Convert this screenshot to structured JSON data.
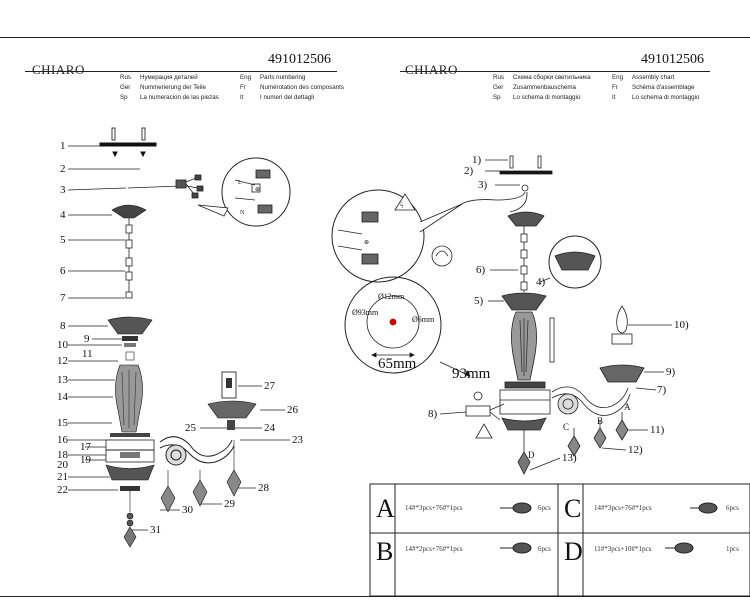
{
  "left": {
    "logo": "CHIARO",
    "code": "491012506",
    "header": [
      {
        "lang": "Rus",
        "text": "Нумерация деталей"
      },
      {
        "lang": "Ger",
        "text": "Nummerierung der Teile"
      },
      {
        "lang": "Sp",
        "text": "La numeracion de las piezas"
      },
      {
        "lang": "Eng",
        "text": "Parts numbering"
      },
      {
        "lang": "Fr",
        "text": "Numérotation des composants"
      },
      {
        "lang": "It",
        "text": "I numeri del dettagli"
      }
    ],
    "parts_left": [
      "1",
      "2",
      "3",
      "4",
      "5",
      "6",
      "7",
      "8",
      "9",
      "10",
      "11",
      "12",
      "13",
      "14",
      "15",
      "16",
      "17",
      "18",
      "19",
      "20",
      "21",
      "22"
    ],
    "parts_right": [
      "27",
      "26",
      "25",
      "24",
      "23",
      "28",
      "29",
      "30",
      "31"
    ]
  },
  "right": {
    "logo": "CHIARO",
    "code": "491012506",
    "header": [
      {
        "lang": "Rus",
        "text": "Схема сборки светильника"
      },
      {
        "lang": "Ger",
        "text": "Zusammenbauschema"
      },
      {
        "lang": "Sp",
        "text": "Lo schema di montaggio"
      },
      {
        "lang": "Eng",
        "text": "Assembly chart"
      },
      {
        "lang": "Fr",
        "text": "Schéma d'assemblage"
      },
      {
        "lang": "It",
        "text": "Lo schema di montaggio"
      }
    ],
    "steps": [
      "1)",
      "2)",
      "3)",
      "4)",
      "5)",
      "6)",
      "7)",
      "8)",
      "9)",
      "10)",
      "11)",
      "12)",
      "13)"
    ],
    "dims": {
      "d12": "Ø12mm",
      "d93": "Ø93mm",
      "d6": "Ø6mm",
      "w65": "65mm",
      "w93": "93mm"
    },
    "sub_labels": [
      "A",
      "B",
      "C",
      "D"
    ],
    "table": [
      {
        "letter": "A",
        "spec": "14#*3pcs+76#*1pcs",
        "qty": "6pcs"
      },
      {
        "letter": "C",
        "spec": "14#*3pcs+76#*1pcs",
        "qty": "6pcs"
      },
      {
        "letter": "B",
        "spec": "14#*2pcs+76#*1pcs",
        "qty": "6pcs"
      },
      {
        "letter": "D",
        "spec": "11#*3pcs+10#*1pcs",
        "qty": "1pcs"
      }
    ]
  }
}
